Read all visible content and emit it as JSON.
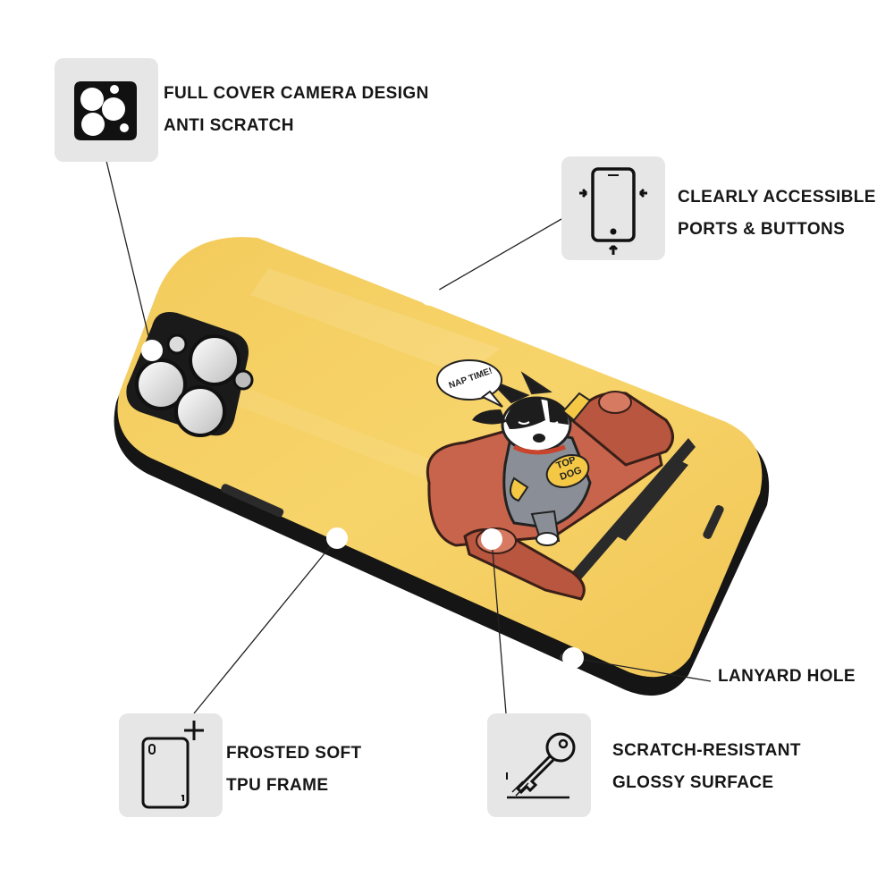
{
  "features": {
    "camera": {
      "line1": "FULL COVER CAMERA DESIGN",
      "line2": "ANTI SCRATCH",
      "icon": "camera-lens-icon"
    },
    "ports": {
      "line1": "CLEARLY ACCESSIBLE",
      "line2": "PORTS & BUTTONS",
      "icon": "phone-ports-icon"
    },
    "lanyard": {
      "line1": "LANYARD HOLE"
    },
    "frame": {
      "line1": "FROSTED SOFT",
      "line2": "TPU FRAME",
      "icon": "phone-frame-plus-icon"
    },
    "surface": {
      "line1": "SCRATCH-RESISTANT",
      "line2": "GLOSSY SURFACE",
      "icon": "key-scratch-icon"
    }
  },
  "artwork": {
    "speech_bubble": "NAP TIME!",
    "shirt_line1": "TOP",
    "shirt_line2": "DOG"
  },
  "colors": {
    "case_yellow": "#f5cf5f",
    "case_edge": "#151515",
    "sofa": "#c8644c",
    "tile": "#e6e6e6"
  }
}
